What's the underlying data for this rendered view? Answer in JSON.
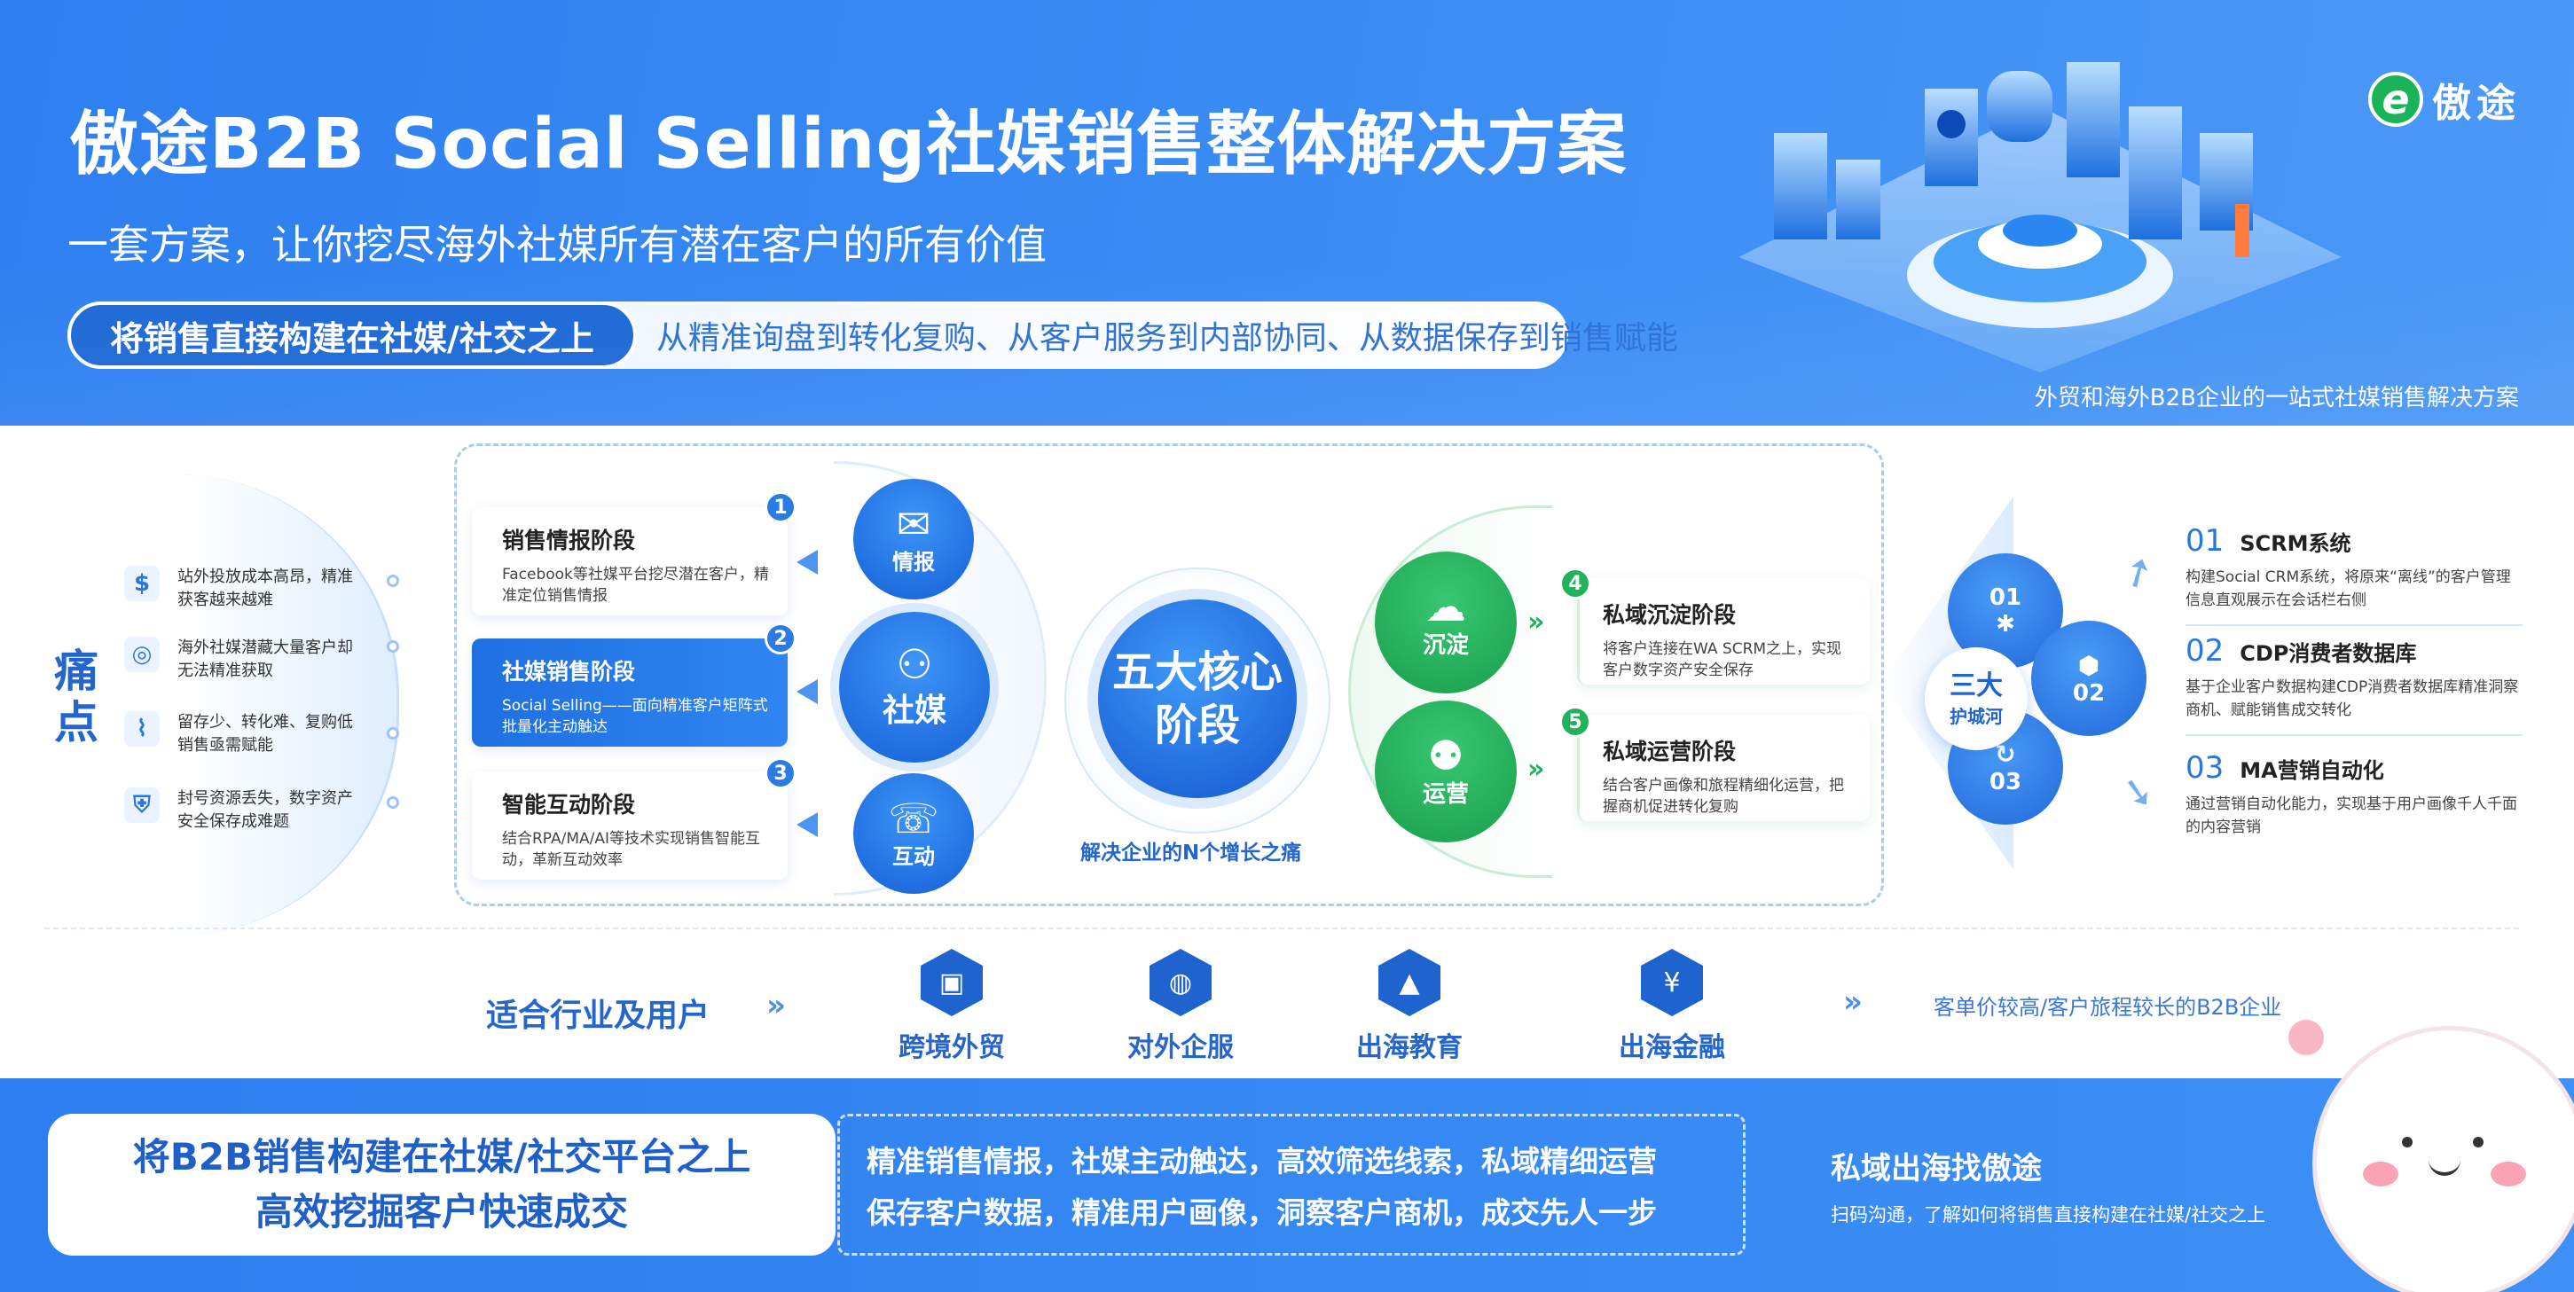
{
  "header": {
    "title": "傲途B2B Social Selling社媒销售整体解决方案",
    "subtitle": "一套方案，让你挖尽海外社媒所有潜在客户的所有价值",
    "tag_pill": "将销售直接构建在社媒/社交之上",
    "tag_text": "从精准询盘到转化复购、从客户服务到内部协同、从数据保存到销售赋能",
    "caption": "外贸和海外B2B企业的一站式社媒销售解决方案",
    "logo_mark": "e",
    "logo_name": "傲途"
  },
  "pain": {
    "title_1": "痛",
    "title_2": "点",
    "items": [
      {
        "icon": "money-bag-icon",
        "text": "站外投放成本高昂，精准获客越来越难"
      },
      {
        "icon": "target-icon",
        "text": "海外社媒潜藏大量客户却无法精准获取"
      },
      {
        "icon": "chart-icon",
        "text": "留存少、转化难、复购低销售亟需赋能"
      },
      {
        "icon": "shield-icon",
        "text": "封号资源丢失，数字资产安全保存成难题"
      }
    ]
  },
  "left_stages": [
    {
      "num": "1",
      "title": "销售情报阶段",
      "desc": "Facebook等社媒平台挖尽潜在客户，精准定位销售情报"
    },
    {
      "num": "2",
      "title": "社媒销售阶段",
      "desc": "Social Selling——面向精准客户矩阵式批量化主动触达"
    },
    {
      "num": "3",
      "title": "智能互动阶段",
      "desc": "结合RPA/MA/AI等技术实现销售智能互动，革新互动效率"
    }
  ],
  "left_circles": {
    "top": "情报",
    "middle": "社媒",
    "bottom": "互动"
  },
  "core": {
    "line1": "五大核心",
    "line2": "阶段",
    "caption": "解决企业的N个增长之痛"
  },
  "right_circles": {
    "top": "沉淀",
    "bottom": "运营"
  },
  "right_stages": [
    {
      "num": "4",
      "title": "私域沉淀阶段",
      "desc": "将客户连接在WA SCRM之上，实现客户数字资产安全保存"
    },
    {
      "num": "5",
      "title": "私域运营阶段",
      "desc": "结合客户画像和旅程精细化运营，把握商机促进转化复购"
    }
  ],
  "moat": {
    "center_1": "三大",
    "center_2": "护城河",
    "n1": "01",
    "n2": "02",
    "n3": "03"
  },
  "systems": [
    {
      "num": "01",
      "title": "SCRM系统",
      "desc": "构建Social CRM系统，将原来“离线”的客户管理信息直观展示在会话栏右侧"
    },
    {
      "num": "02",
      "title": "CDP消费者数据库",
      "desc": "基于企业客户数据构建CDP消费者数据库精准洞察商机、赋能销售成交转化"
    },
    {
      "num": "03",
      "title": "MA营销自动化",
      "desc": "通过营销自动化能力，实现基于用户画像千人千面的内容营销"
    }
  ],
  "industries": {
    "label": "适合行业及用户",
    "items": [
      {
        "icon": "bag-icon",
        "name": "跨境外贸"
      },
      {
        "icon": "globe-icon",
        "name": "对外企服"
      },
      {
        "icon": "graduation-cap-icon",
        "name": "出海教育"
      },
      {
        "icon": "yuan-icon",
        "name": "出海金融"
      }
    ],
    "right_text": "客单价较高/客户旅程较长的B2B企业"
  },
  "footer": {
    "box_line1": "将B2B销售构建在社媒/社交平台之上",
    "box_line2": "高效挖掘客户快速成交",
    "mid_line1": "精准销售情报，社媒主动触达，高效筛选线索，私域精细运营",
    "mid_line2": "保存客户数据，精准用户画像，洞察客户商机，成交先人一步",
    "right_title": "私域出海找傲途",
    "right_desc": "扫码沟通，了解如何将销售直接构建在社媒/社交之上"
  },
  "colors": {
    "primary": "#2e7ff0",
    "dark_blue": "#1f63cf",
    "green": "#23b25c"
  }
}
